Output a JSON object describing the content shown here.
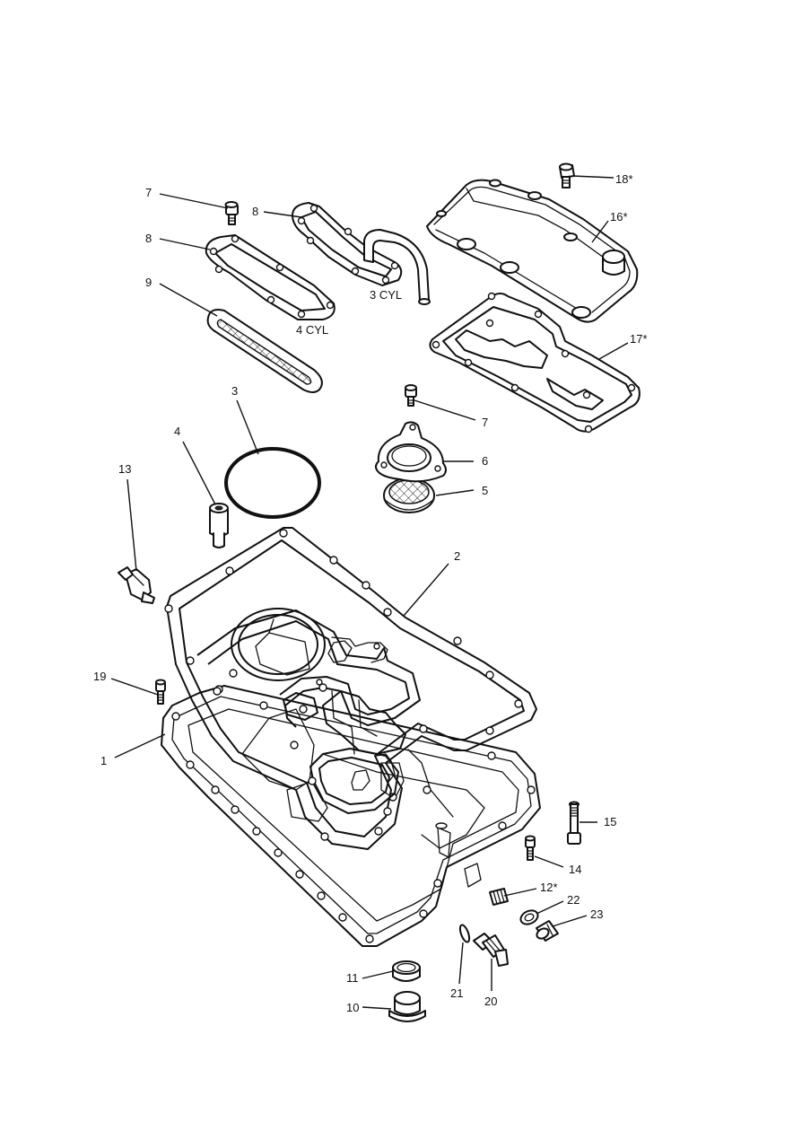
{
  "callouts": [
    {
      "id": "c7a",
      "text": "7"
    },
    {
      "id": "c8a",
      "text": "8"
    },
    {
      "id": "c8b",
      "text": "8"
    },
    {
      "id": "c9",
      "text": "9"
    },
    {
      "id": "c18",
      "text": "18*"
    },
    {
      "id": "c16",
      "text": "16*"
    },
    {
      "id": "c17",
      "text": "17*"
    },
    {
      "id": "c3",
      "text": "3"
    },
    {
      "id": "c4",
      "text": "4"
    },
    {
      "id": "c7b",
      "text": "7"
    },
    {
      "id": "c6",
      "text": "6"
    },
    {
      "id": "c5",
      "text": "5"
    },
    {
      "id": "c13",
      "text": "13"
    },
    {
      "id": "c2",
      "text": "2"
    },
    {
      "id": "c19",
      "text": "19"
    },
    {
      "id": "c1",
      "text": "1"
    },
    {
      "id": "c15",
      "text": "15"
    },
    {
      "id": "c14",
      "text": "14"
    },
    {
      "id": "c12",
      "text": "12*"
    },
    {
      "id": "c22",
      "text": "22"
    },
    {
      "id": "c23",
      "text": "23"
    },
    {
      "id": "c11",
      "text": "11"
    },
    {
      "id": "c10",
      "text": "10"
    },
    {
      "id": "c21",
      "text": "21"
    },
    {
      "id": "c20",
      "text": "20"
    }
  ],
  "labels": {
    "cyl3": "3 CYL",
    "cyl4": "4 CYL"
  }
}
